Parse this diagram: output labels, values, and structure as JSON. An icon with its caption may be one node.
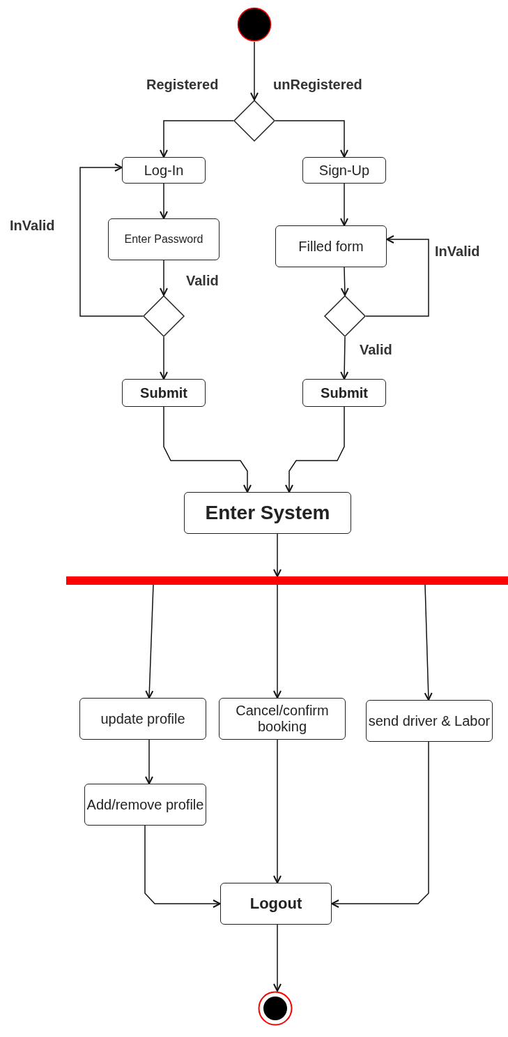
{
  "diagram": {
    "nodes": [
      {
        "text": [],
        "shape": "circle"
      },
      {
        "text": [],
        "shape": "diamond"
      },
      {
        "text": [
          "Log-In"
        ]
      },
      {
        "text": [
          "Sign-Up"
        ]
      },
      {
        "text": [
          "Enter Password"
        ]
      },
      {
        "text": [
          "Filled form"
        ]
      },
      {
        "text": [],
        "shape": "diamond"
      },
      {
        "text": [],
        "shape": "diamond"
      },
      {
        "text": [
          "Submit"
        ]
      },
      {
        "text": [
          "Submit"
        ]
      },
      {
        "text": [
          "Enter System"
        ]
      },
      {
        "text": [],
        "shape": "bar"
      },
      {
        "text": [
          "update profile"
        ]
      },
      {
        "text": [
          "Cancel/confirm booking"
        ]
      },
      {
        "text": [
          "send driver & Labor"
        ]
      },
      {
        "text": [
          "Add/remove profile"
        ]
      },
      {
        "text": [
          "Logout"
        ]
      },
      {
        "text": [],
        "shape": "circle"
      }
    ],
    "edges": [
      {
        "from": 0,
        "to": 1,
        "arrow": "to"
      },
      {
        "from": 1,
        "to": 2,
        "arrow": "to",
        "label": "Registered"
      },
      {
        "from": 1,
        "to": 3,
        "arrow": "to",
        "label": "unRegistered"
      },
      {
        "from": 2,
        "to": 4,
        "arrow": "to"
      },
      {
        "from": 4,
        "to": 6,
        "arrow": "to",
        "label": "Valid"
      },
      {
        "from": 6,
        "to": 2,
        "arrow": "to",
        "label": "InValid"
      },
      {
        "from": 6,
        "to": 8,
        "arrow": "to"
      },
      {
        "from": 3,
        "to": 5,
        "arrow": "to"
      },
      {
        "from": 5,
        "to": 7,
        "arrow": "to"
      },
      {
        "from": 7,
        "to": 5,
        "arrow": "to",
        "label": "InValid"
      },
      {
        "from": 7,
        "to": 9,
        "arrow": "to",
        "label": "Valid"
      },
      {
        "from": 8,
        "to": 10,
        "arrow": "to"
      },
      {
        "from": 9,
        "to": 10,
        "arrow": "to"
      },
      {
        "from": 10,
        "to": 11,
        "arrow": "to"
      },
      {
        "from": 11,
        "to": 12,
        "arrow": "to"
      },
      {
        "from": 11,
        "to": 13,
        "arrow": "to"
      },
      {
        "from": 11,
        "to": 14,
        "arrow": "to"
      },
      {
        "from": 12,
        "to": 15,
        "arrow": "to"
      },
      {
        "from": 15,
        "to": 16,
        "arrow": "to"
      },
      {
        "from": 13,
        "to": 16,
        "arrow": "to"
      },
      {
        "from": 14,
        "to": 16,
        "arrow": "to"
      },
      {
        "from": 16,
        "to": 17,
        "arrow": "to"
      }
    ]
  }
}
